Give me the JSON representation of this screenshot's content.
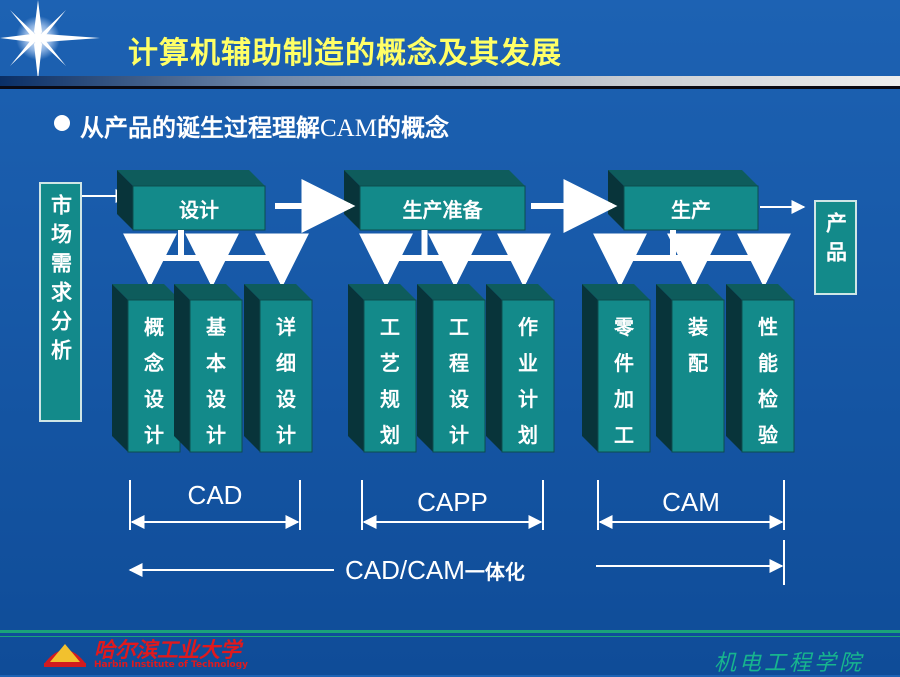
{
  "header": {
    "title": "计算机辅助制造的概念及其发展"
  },
  "bullet": {
    "prefix": "从产品的诞生过程理解",
    "latin": "CAM",
    "suffix": "的概念"
  },
  "left_box": "市场需求分析",
  "right_box": "产品",
  "stages": [
    {
      "label": "设计",
      "subs": [
        [
          "概",
          "念",
          "设",
          "计"
        ],
        [
          "基",
          "本",
          "设",
          "计"
        ],
        [
          "详",
          "细",
          "设",
          "计"
        ]
      ],
      "bracket_label": "CAD"
    },
    {
      "label": "生产准备",
      "subs": [
        [
          "工",
          "艺",
          "规",
          "划"
        ],
        [
          "工",
          "程",
          "设",
          "计"
        ],
        [
          "作",
          "业",
          "计",
          "划"
        ]
      ],
      "bracket_label": "CAPP"
    },
    {
      "label": "生产",
      "subs": [
        [
          "零",
          "件",
          "加",
          "工"
        ],
        [
          "装",
          "配"
        ],
        [
          "性",
          "能",
          "检",
          "验"
        ]
      ],
      "bracket_label": "CAM"
    }
  ],
  "integration": {
    "latin": "CAD/CAM",
    "suffix": "一体化"
  },
  "footer": {
    "university": "哈尔滨工业大学",
    "university_en": "Harbin Institute of Technology",
    "department": "机电工程学院"
  },
  "colors": {
    "background": "#1560b0",
    "box_face": "#138a8a",
    "box_top": "#0e5c5c",
    "box_side": "#08343a",
    "title": "#ffff66",
    "text": "#ffffff",
    "footer_accent": "#17b58e",
    "logo_red": "#e0191d"
  }
}
